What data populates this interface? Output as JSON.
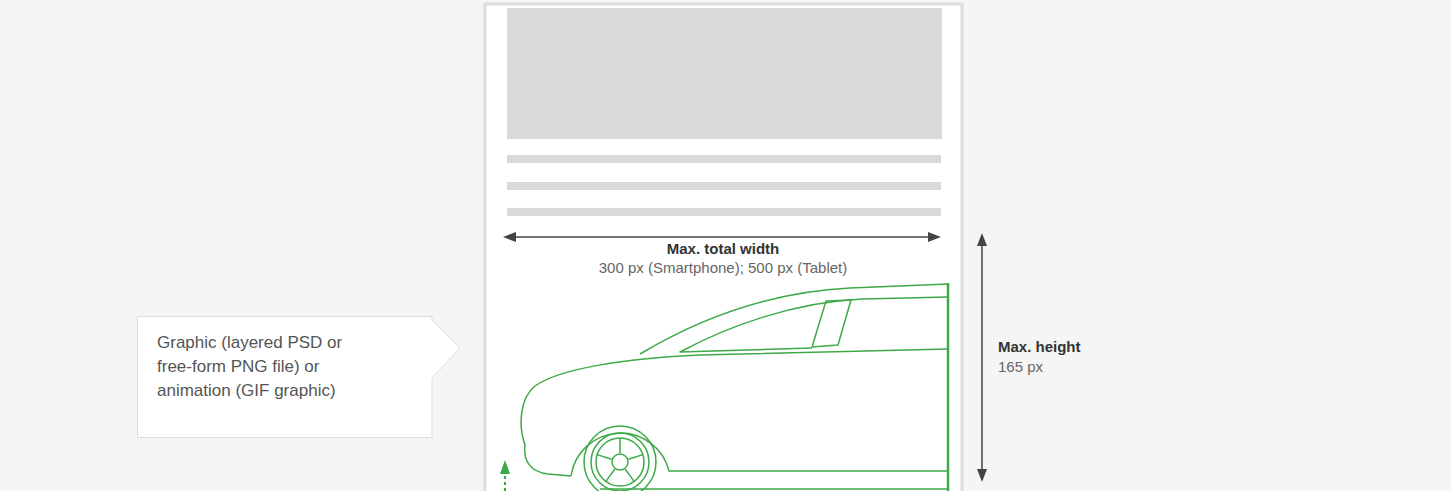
{
  "diagram": {
    "nodes": [
      {
        "text": [
          "Graphic (layered PSD or free-form PNG file) or animation (GIF graphic)"
        ]
      }
    ],
    "labels": [
      "Max. total width",
      "300 px (Smartphone); 500 px (Tablet)",
      "Max. height",
      "165 px"
    ]
  }
}
